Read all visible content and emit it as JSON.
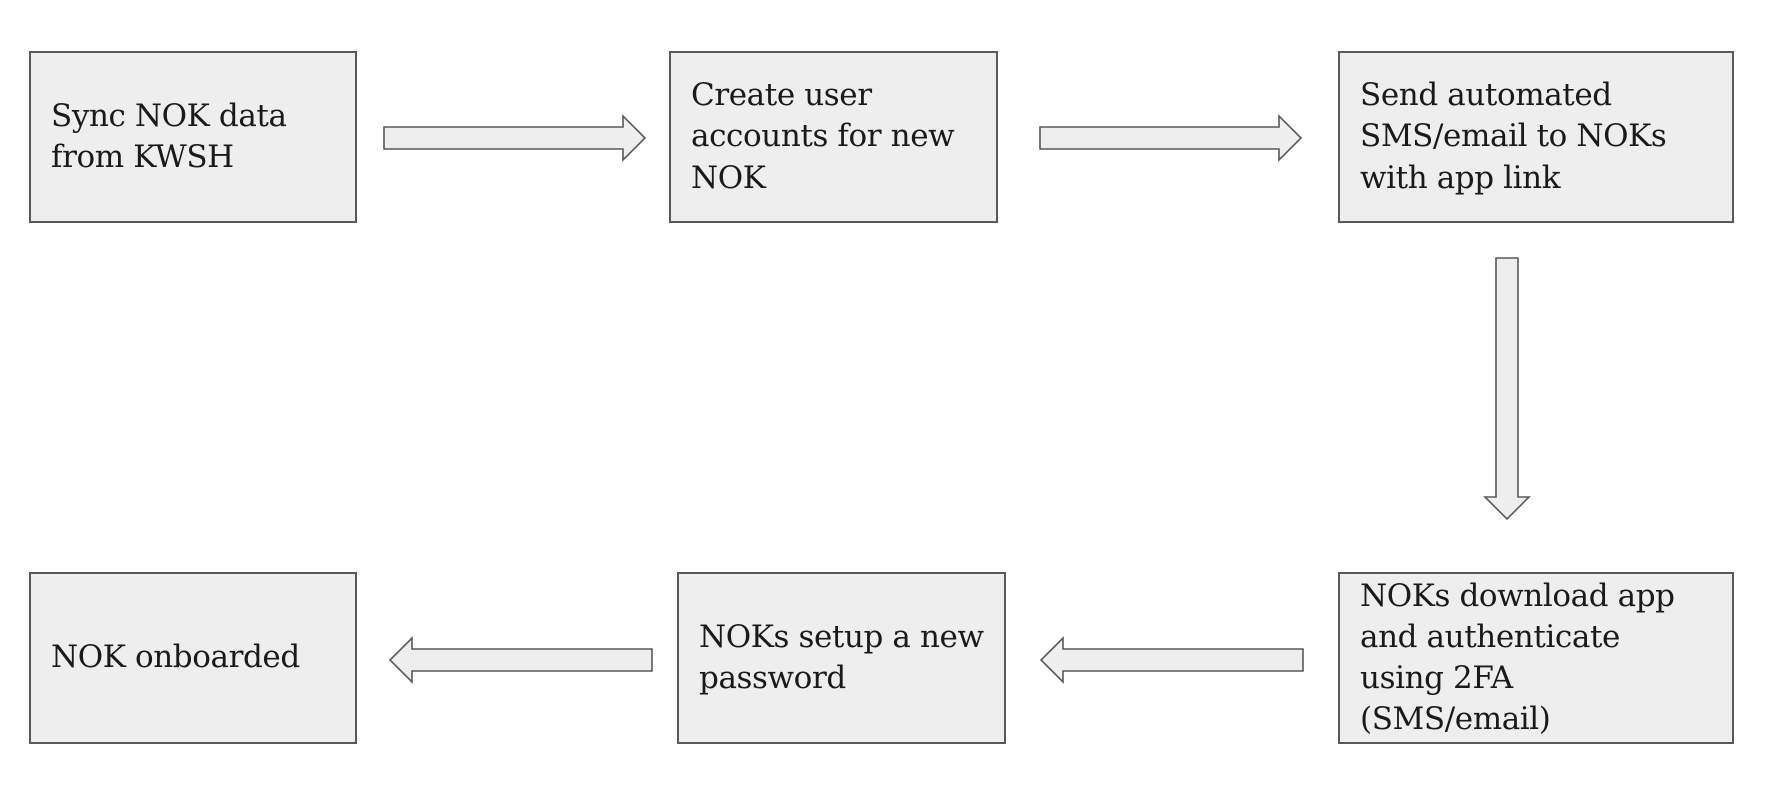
{
  "diagram": {
    "steps": [
      {
        "id": "sync",
        "label": "Sync NOK data from KWSH"
      },
      {
        "id": "create",
        "label": "Create user accounts for new NOK"
      },
      {
        "id": "send",
        "label": "Send automated SMS/email to NOKs with app link"
      },
      {
        "id": "download",
        "label": "NOKs download app and authenticate using 2FA (SMS/email)"
      },
      {
        "id": "password",
        "label": "NOKs setup a new password"
      },
      {
        "id": "onboarded",
        "label": "NOK onboarded"
      }
    ],
    "connections": [
      {
        "from": "sync",
        "to": "create",
        "direction": "right"
      },
      {
        "from": "create",
        "to": "send",
        "direction": "right"
      },
      {
        "from": "send",
        "to": "download",
        "direction": "down"
      },
      {
        "from": "download",
        "to": "password",
        "direction": "left"
      },
      {
        "from": "password",
        "to": "onboarded",
        "direction": "left"
      }
    ],
    "colors": {
      "box_fill": "#eeeeee",
      "box_border": "#595959",
      "arrow_fill": "#eeeeee",
      "arrow_stroke": "#595959",
      "text": "#1a1a1a",
      "background": "#ffffff"
    }
  }
}
